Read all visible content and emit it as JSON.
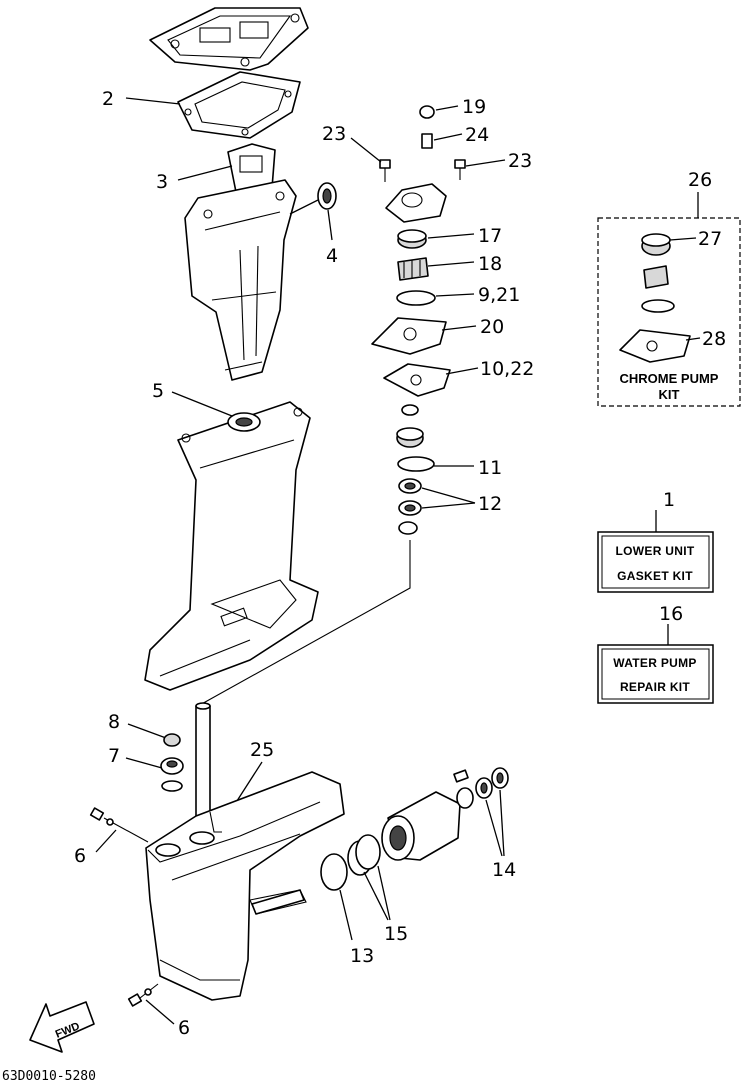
{
  "diagram": {
    "callouts": {
      "c1": "1",
      "c2": "2",
      "c3": "3",
      "c4": "4",
      "c5": "5",
      "c6a": "6",
      "c6b": "6",
      "c7": "7",
      "c8": "8",
      "c11": "11",
      "c12": "12",
      "c13": "13",
      "c14": "14",
      "c15": "15",
      "c16": "16",
      "c17": "17",
      "c18": "18",
      "c19": "19",
      "c20": "20",
      "c23a": "23",
      "c23b": "23",
      "c24": "24",
      "c25": "25",
      "c26": "26",
      "c27": "27",
      "c28": "28",
      "c921": "9,21",
      "c1022": "10,22"
    },
    "kits": {
      "lower_unit_line1": "LOWER UNIT",
      "lower_unit_line2": "GASKET KIT",
      "water_pump_line1": "WATER PUMP",
      "water_pump_line2": "REPAIR KIT",
      "chrome_line1": "CHROME PUMP",
      "chrome_line2": "KIT"
    },
    "fwd_label": "FWD",
    "drawing_code": "63D0010-5280"
  }
}
